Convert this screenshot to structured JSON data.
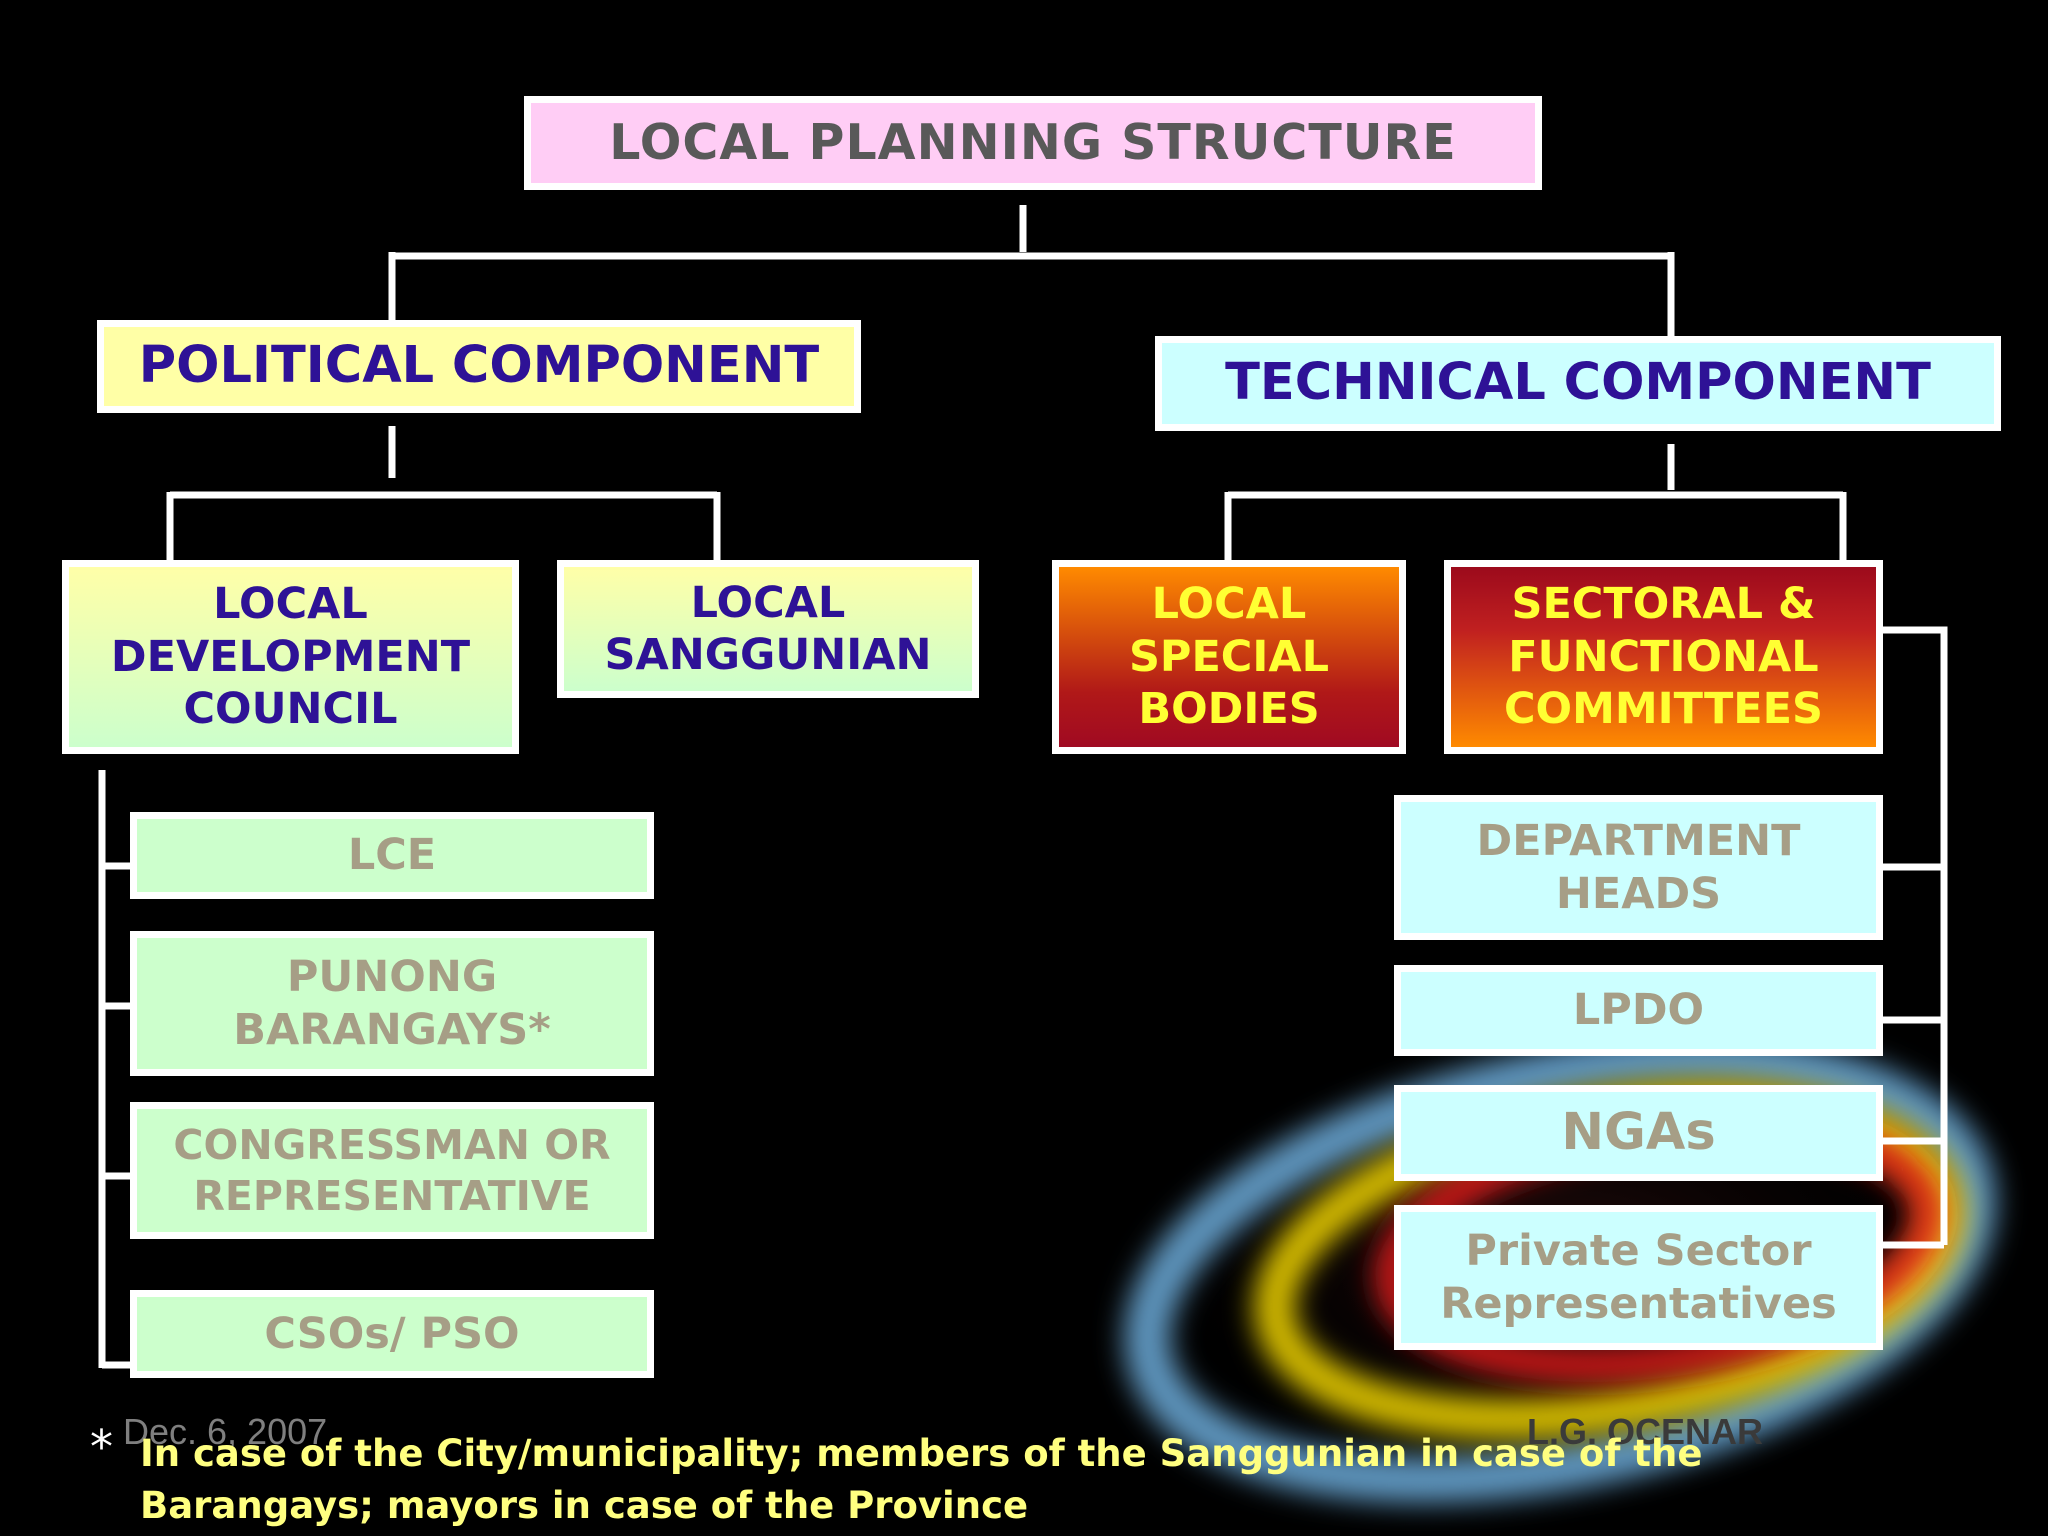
{
  "title": "LOCAL PLANNING STRUCTURE",
  "political": {
    "label": "POLITICAL COMPONENT"
  },
  "technical": {
    "label": "TECHNICAL  COMPONENT"
  },
  "ldc": {
    "lines": [
      "LOCAL",
      "DEVELOPMENT",
      "COUNCIL"
    ]
  },
  "ls": {
    "lines": [
      "LOCAL",
      "SANGGUNIAN"
    ]
  },
  "lsb": {
    "lines": [
      "LOCAL",
      "SPECIAL",
      "BODIES"
    ]
  },
  "sfc": {
    "lines": [
      "SECTORAL &",
      "FUNCTIONAL",
      "COMMITTEES"
    ]
  },
  "ldc_members": {
    "lce": [
      "LCE"
    ],
    "punong": [
      "PUNONG",
      "BARANGAYS*"
    ],
    "congressman": [
      "CONGRESSMAN OR",
      "REPRESENTATIVE"
    ],
    "csos": [
      "CSOs/ PSO"
    ]
  },
  "sfc_members": {
    "dept": [
      "DEPARTMENT",
      "HEADS"
    ],
    "lpdo": [
      "LPDO"
    ],
    "ngas": [
      "NGAs"
    ],
    "private": [
      "Private Sector",
      "Representatives"
    ]
  },
  "footer": {
    "date": "Dec. 6, 2007",
    "author": "L.G. OCENAR",
    "asterisk": "*",
    "note_lines": [
      "In case of the City/municipality; members of the Sanggunian in case of the",
      "Barangays;  mayors in case of the Province"
    ]
  },
  "colors": {
    "background": "#000000",
    "connector": "#ffffff",
    "title_bg": "#ffcdf5",
    "political_bg": "#ffffa6",
    "technical_bg": "#ccffff",
    "member_text": "#a69e86",
    "header_text": "#2e1296",
    "special_text": "#ffff33",
    "note_text": "#ffff80"
  }
}
